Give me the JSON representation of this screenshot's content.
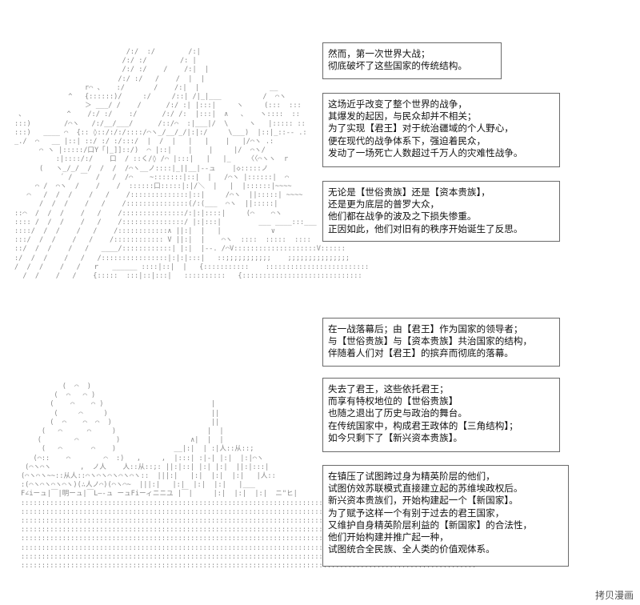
{
  "narration": [
    {
      "lines": [
        "然而，第一次世界大战；",
        "彻底破坏了这些国家的传统结构。"
      ]
    },
    {
      "lines": [
        "这场近乎改变了整个世界的战争，",
        "其爆发的起因，与民众却并不相关；",
        "为了实现【君王】对于统治疆域的个人野心，",
        "便在现代的战争体系下，强迫着民众，",
        "发动了一场死亡人数超过千万人的灾难性战争。"
      ]
    },
    {
      "lines": [
        "无论是【世俗贵族】还是【资本贵族】，",
        "还是更为底层的普罗大众，",
        "他们都在战争的波及之下损失惨重。",
        "正因如此，他们对旧有的秩序开始诞生了反思。"
      ]
    },
    {
      "lines": [
        "在一战落幕后；由【君王】作为国家的领导者；",
        "与【世俗贵族】与【资本贵族】共治国家的结构，",
        "伴随着人们对【君王】的摈弃而彻底的落幕。"
      ]
    },
    {
      "lines": [
        "失去了君王，这些依托君王；",
        "而享有特权地位的【世俗贵族】",
        "也随之退出了历史与政治的舞台。",
        "在传统国家中，构成君王政体的【三角结构】；",
        "如今只剩下了【新兴资本贵族】。"
      ]
    },
    {
      "lines": [
        "在镇压了试图跨过身为精英阶层的他们，",
        "试图仿效苏联模式直接建立起的苏维埃政权后。",
        "新兴资本贵族们，开始构建起一个【新国家】。",
        "为了赋予这样一个有别于过去的君王国家，",
        "又维护自身精英阶层利益的【新国家】的合法性，",
        "他们开始构建并推广起一种，",
        "试图统合全民族、全人类的价值观体系。"
      ]
    }
  ],
  "watermark": "拷贝漫画"
}
